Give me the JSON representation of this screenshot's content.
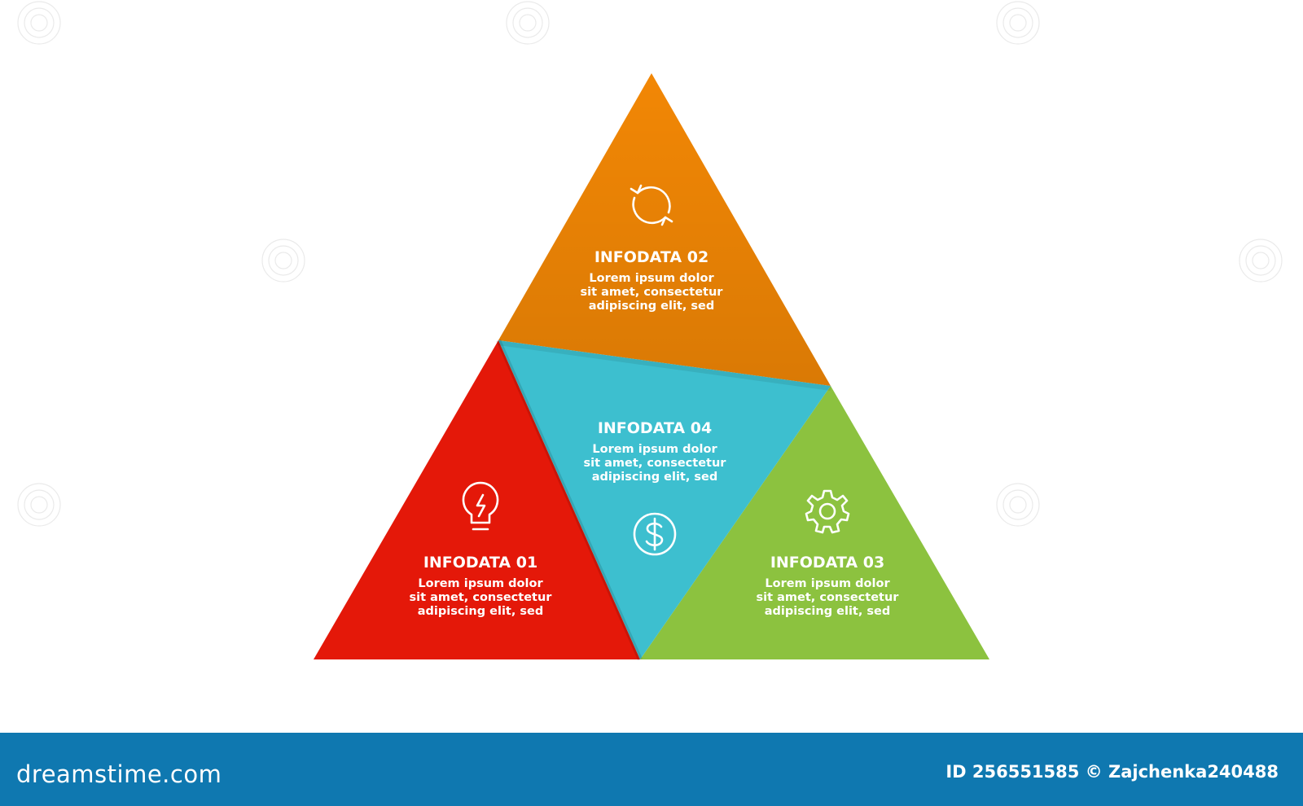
{
  "diagram": {
    "colors": {
      "orange": "#f28705",
      "red": "#e41809",
      "teal": "#3dbfcf",
      "green": "#8cc23f"
    },
    "segments": [
      {
        "title": "INFODATA 01",
        "lines": [
          "Lorem ipsum dolor",
          "sit amet, consectetur",
          "adipiscing elit, sed"
        ],
        "icon": "lightbulb-icon",
        "color": "#e41809"
      },
      {
        "title": "INFODATA 02",
        "lines": [
          "Lorem ipsum dolor",
          "sit amet, consectetur",
          "adipiscing elit, sed"
        ],
        "icon": "refresh-cycle-icon",
        "color": "#f28705"
      },
      {
        "title": "INFODATA 03",
        "lines": [
          "Lorem ipsum dolor",
          "sit amet, consectetur",
          "adipiscing elit, sed"
        ],
        "icon": "gear-icon",
        "color": "#8cc23f"
      },
      {
        "title": "INFODATA 04",
        "lines": [
          "Lorem ipsum dolor",
          "sit amet, consectetur",
          "adipiscing elit, sed"
        ],
        "icon": "dollar-coin-icon",
        "color": "#3dbfcf"
      }
    ]
  },
  "footer": {
    "logo": "dreamstime.com",
    "credit": "ID 256551585 © Zajchenka240488",
    "color": "#0f78b0"
  },
  "watermark": {
    "icon": "dreamstime-swirl-icon",
    "color": "#d8d8d8"
  }
}
